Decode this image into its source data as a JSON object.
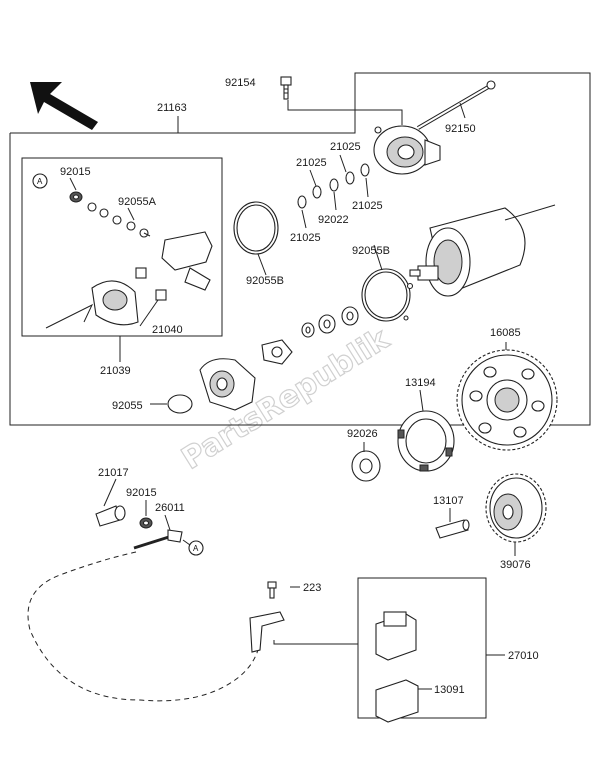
{
  "watermark": "PartsRepublik",
  "callout_marker": "A",
  "parts": {
    "p92154": "92154",
    "p21163": "21163",
    "p92150": "92150",
    "p21025a": "21025",
    "p21025b": "21025",
    "p21025c": "21025",
    "p21025d": "21025",
    "p92022": "92022",
    "p92015a": "92015",
    "p92055A": "92055A",
    "p92055B_left": "92055B",
    "p92055B_right": "92055B",
    "p21040": "21040",
    "p21039": "21039",
    "p92055": "92055",
    "p16085": "16085",
    "p13194": "13194",
    "p92026": "92026",
    "p21017": "21017",
    "p92015b": "92015",
    "p26011": "26011",
    "p13107": "13107",
    "p39076": "39076",
    "p223": "223",
    "p27010": "27010",
    "p13091": "13091"
  }
}
